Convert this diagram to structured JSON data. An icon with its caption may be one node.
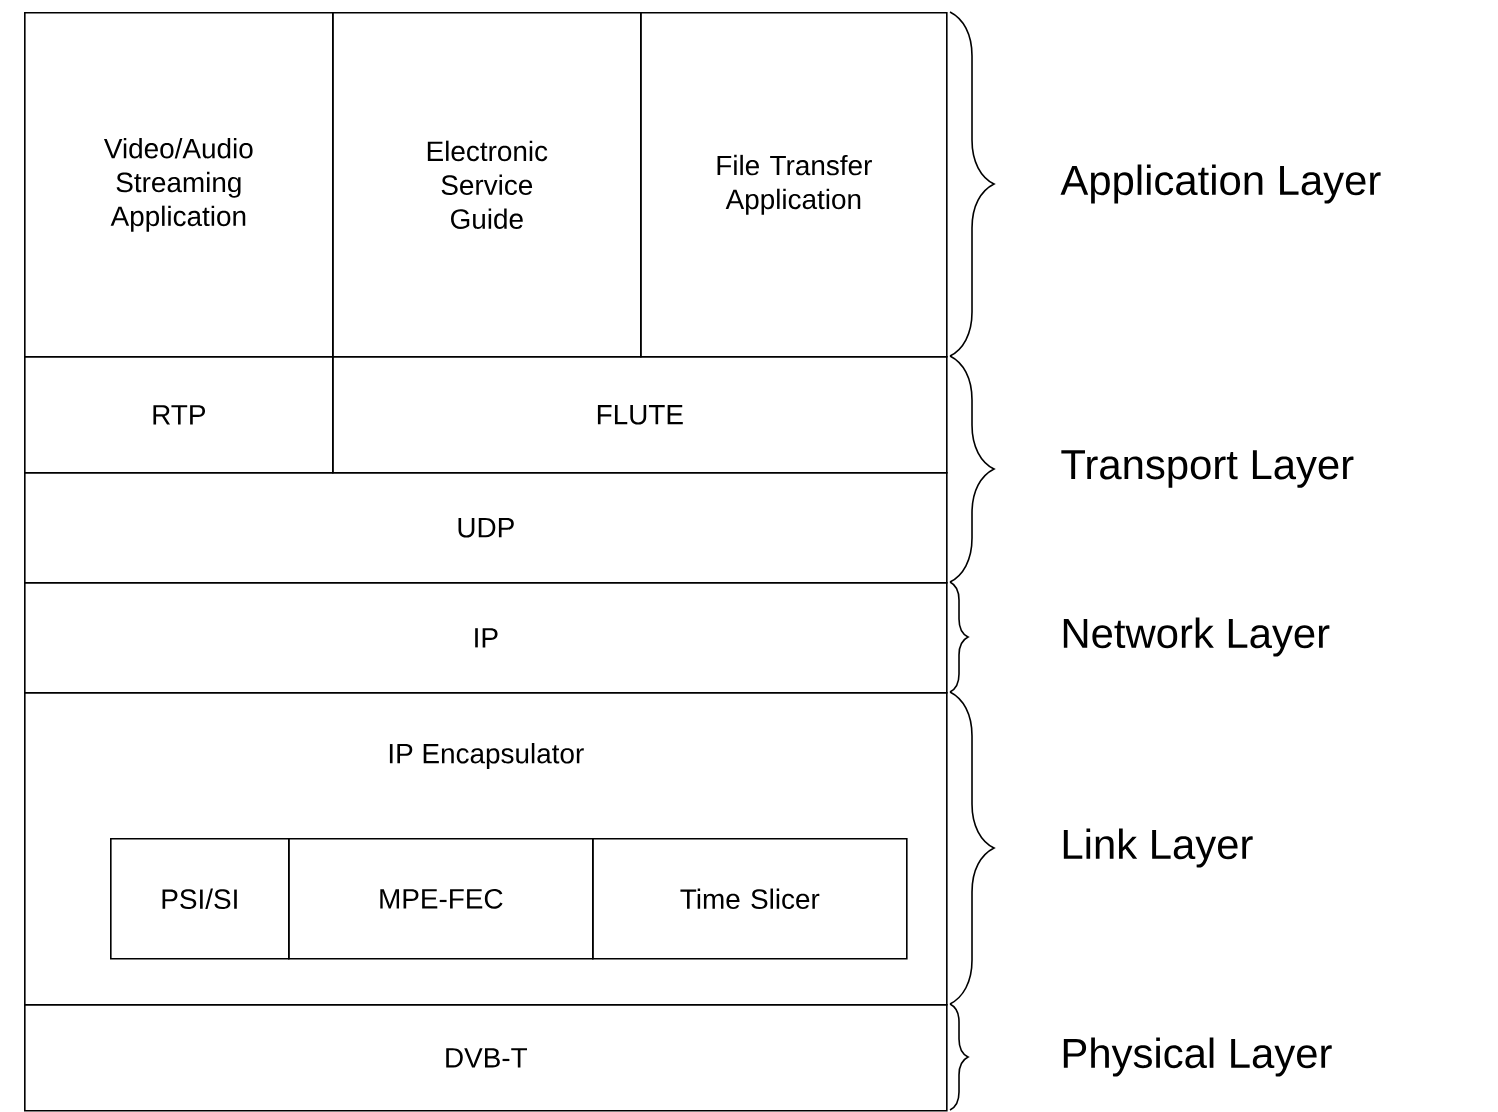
{
  "diagram": {
    "nodes": [
      {
        "text": [
          "Video/Audio Streaming Application"
        ]
      },
      {
        "text": [
          "Electronic Service Guide"
        ]
      },
      {
        "text": [
          "File Transfer Application"
        ]
      },
      {
        "text": [
          "RTP"
        ]
      },
      {
        "text": [
          "FLUTE"
        ]
      },
      {
        "text": [
          "UDP"
        ]
      },
      {
        "text": [
          "IP"
        ]
      },
      {
        "text": [
          "IP Encapsulator"
        ]
      },
      {
        "text": [
          "PSI/SI"
        ],
        "in": 7
      },
      {
        "text": [
          "MPE-FEC"
        ],
        "in": 7
      },
      {
        "text": [
          "Time Slicer"
        ],
        "in": 7
      },
      {
        "text": [
          "DVB-T"
        ]
      }
    ],
    "labels": [
      "Application Layer",
      "Transport Layer",
      "Network Layer",
      "Link Layer",
      "Physical Layer"
    ]
  }
}
